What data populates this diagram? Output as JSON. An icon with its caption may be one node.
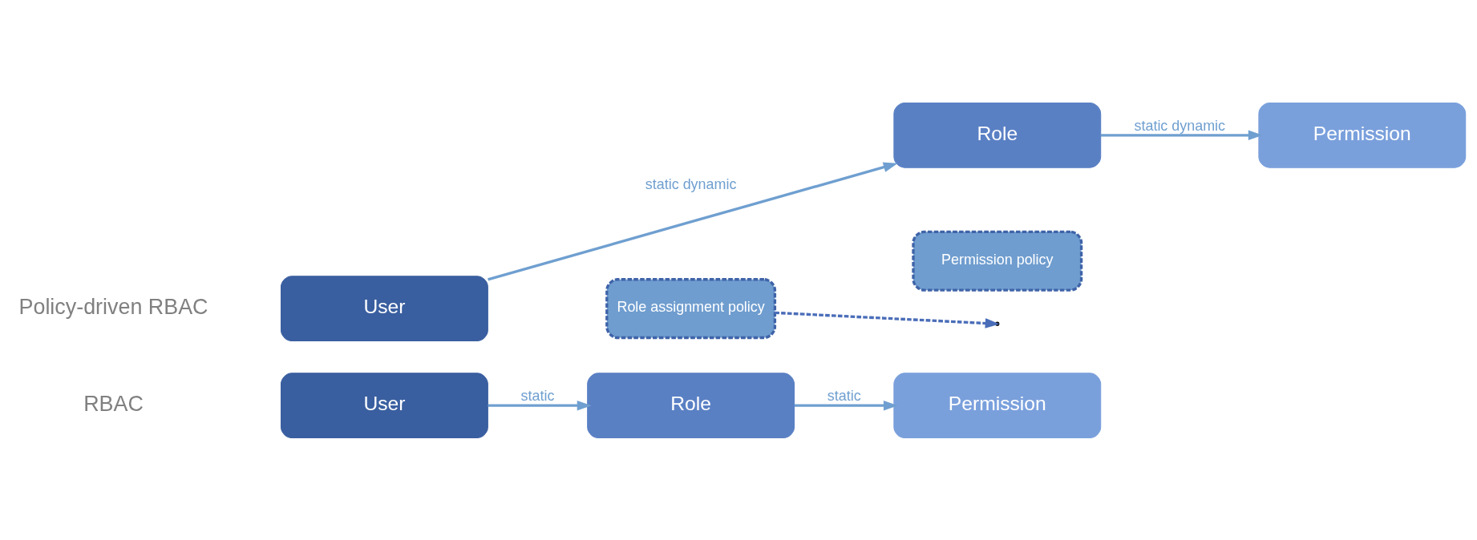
{
  "diagram": {
    "nodes": [
      {
        "text": [
          "User"
        ]
      },
      {
        "text": [
          "Role"
        ]
      },
      {
        "text": [
          "Permission"
        ]
      },
      {
        "text": [
          "User"
        ]
      },
      {
        "text": [
          "Role"
        ]
      },
      {
        "text": [
          "Permission"
        ]
      },
      {
        "text": [
          "Permission policy"
        ]
      },
      {
        "text": [
          "Role assignment policy"
        ]
      }
    ],
    "edges": [
      {
        "from": 0,
        "to": 1,
        "arrow": "to",
        "label": "static"
      },
      {
        "from": 1,
        "to": 2,
        "arrow": "to",
        "label": "static"
      },
      {
        "from": 3,
        "to": 4,
        "arrow": "to",
        "label": "static dynamic"
      },
      {
        "from": 4,
        "to": 5,
        "arrow": "to",
        "label": "static dynamic"
      },
      {
        "from": 7,
        "to": null,
        "arrow": "to",
        "style": "dashed",
        "color": "#4a6db8"
      }
    ],
    "labels": [
      "RBAC",
      "Policy-driven RBAC"
    ]
  }
}
